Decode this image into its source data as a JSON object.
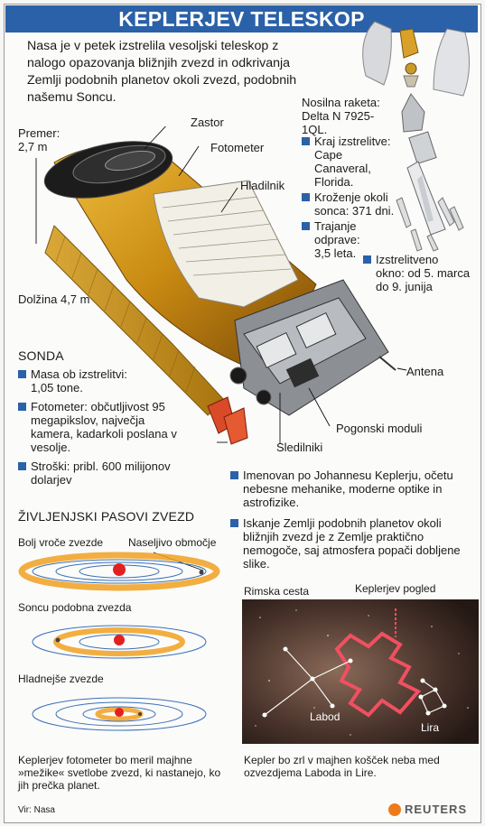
{
  "title": "KEPLERJEV TELESKOP",
  "intro": "Nasa je v petek izstrelila vesoljski teleskop z nalogo opazovanja bližnjih zvezd in odkrivanja Zemlji podobnih planetov okoli zvezd, podobnih našemu Soncu.",
  "rocket": {
    "label_line1": "Nosilna raketa:",
    "label_line2": "Delta N 7925-1QL.",
    "facts": [
      {
        "line1": "Kraj izstrelitve:",
        "line2": "Cape Canaveral,",
        "line3": "Florida."
      },
      {
        "line1": "Kroženje okoli",
        "line2": "sonca: 371 dni.",
        "line3": ""
      },
      {
        "line1": "Trajanje odprave:",
        "line2": "3,5 leta.",
        "line3": ""
      },
      {
        "line1": "Izstrelitveno",
        "line2": "okno: od 5. marca",
        "line3": "do 9. junija"
      }
    ]
  },
  "telescope_labels": {
    "zastor": "Zastor",
    "fotometer": "Fotometer",
    "hladilnik": "Hladilnik",
    "premer_1": "Premer:",
    "premer_2": "2,7 m",
    "dolzina": "Dolžina 4,7 m",
    "antena": "Antena",
    "pogonski": "Pogonski moduli",
    "sledilniki": "Sledilniki"
  },
  "sonda": {
    "title": "SONDA",
    "items": [
      {
        "l1": "Masa ob izstrelitvi:",
        "l2": "1,05 tone.",
        "l3": "",
        "l4": ""
      },
      {
        "l1": "Fotometer: občutljivost 95",
        "l2": "megapikslov, največja",
        "l3": "kamera, kadarkoli poslana v",
        "l4": "vesolje."
      },
      {
        "l1": "Stroški: pribl. 600 milijonov dolarjev",
        "l2": "",
        "l3": "",
        "l4": ""
      }
    ]
  },
  "kepler_facts": [
    {
      "l1": "Imenovan po Johannesu Keplerju, očetu",
      "l2": "nebesne mehanike, moderne optike in",
      "l3": "astrofizike.",
      "l4": ""
    },
    {
      "l1": "Iskanje Zemlji podobnih planetov okoli",
      "l2": "bližnjih zvezd je z Zemlje praktično",
      "l3": "nemogoče, saj atmosfera popači dobljene",
      "l4": "slike."
    }
  ],
  "life_zones": {
    "title": "ŽIVLJENJSKI PASOVI ZVEZD",
    "hot": "Bolj vroče zvezde",
    "habitable": "Naseljivo območje",
    "sunlike": "Soncu podobna zvezda",
    "cool": "Hladnejše zvezde"
  },
  "sky": {
    "milky_way": "Rimska cesta",
    "kepler_view": "Keplerjev pogled",
    "labod": "Labod",
    "lira": "Lira"
  },
  "caption_left_1": "Keplerjev fotometer bo meril majhne",
  "caption_left_2": "»mežike« svetlobe zvezd, ki nastanejo, ko",
  "caption_left_3": "jih prečka planet.",
  "caption_right_1": "Kepler bo zrl v majhen košček neba med",
  "caption_right_2": "ozvezdjema Laboda in Lire.",
  "source": "Vir: Nasa",
  "credit": "REUTERS",
  "colors": {
    "accent": "#2a61a8",
    "star": "#e32020",
    "zone": "#f0a020",
    "telescope_gold": "#c98a12"
  }
}
